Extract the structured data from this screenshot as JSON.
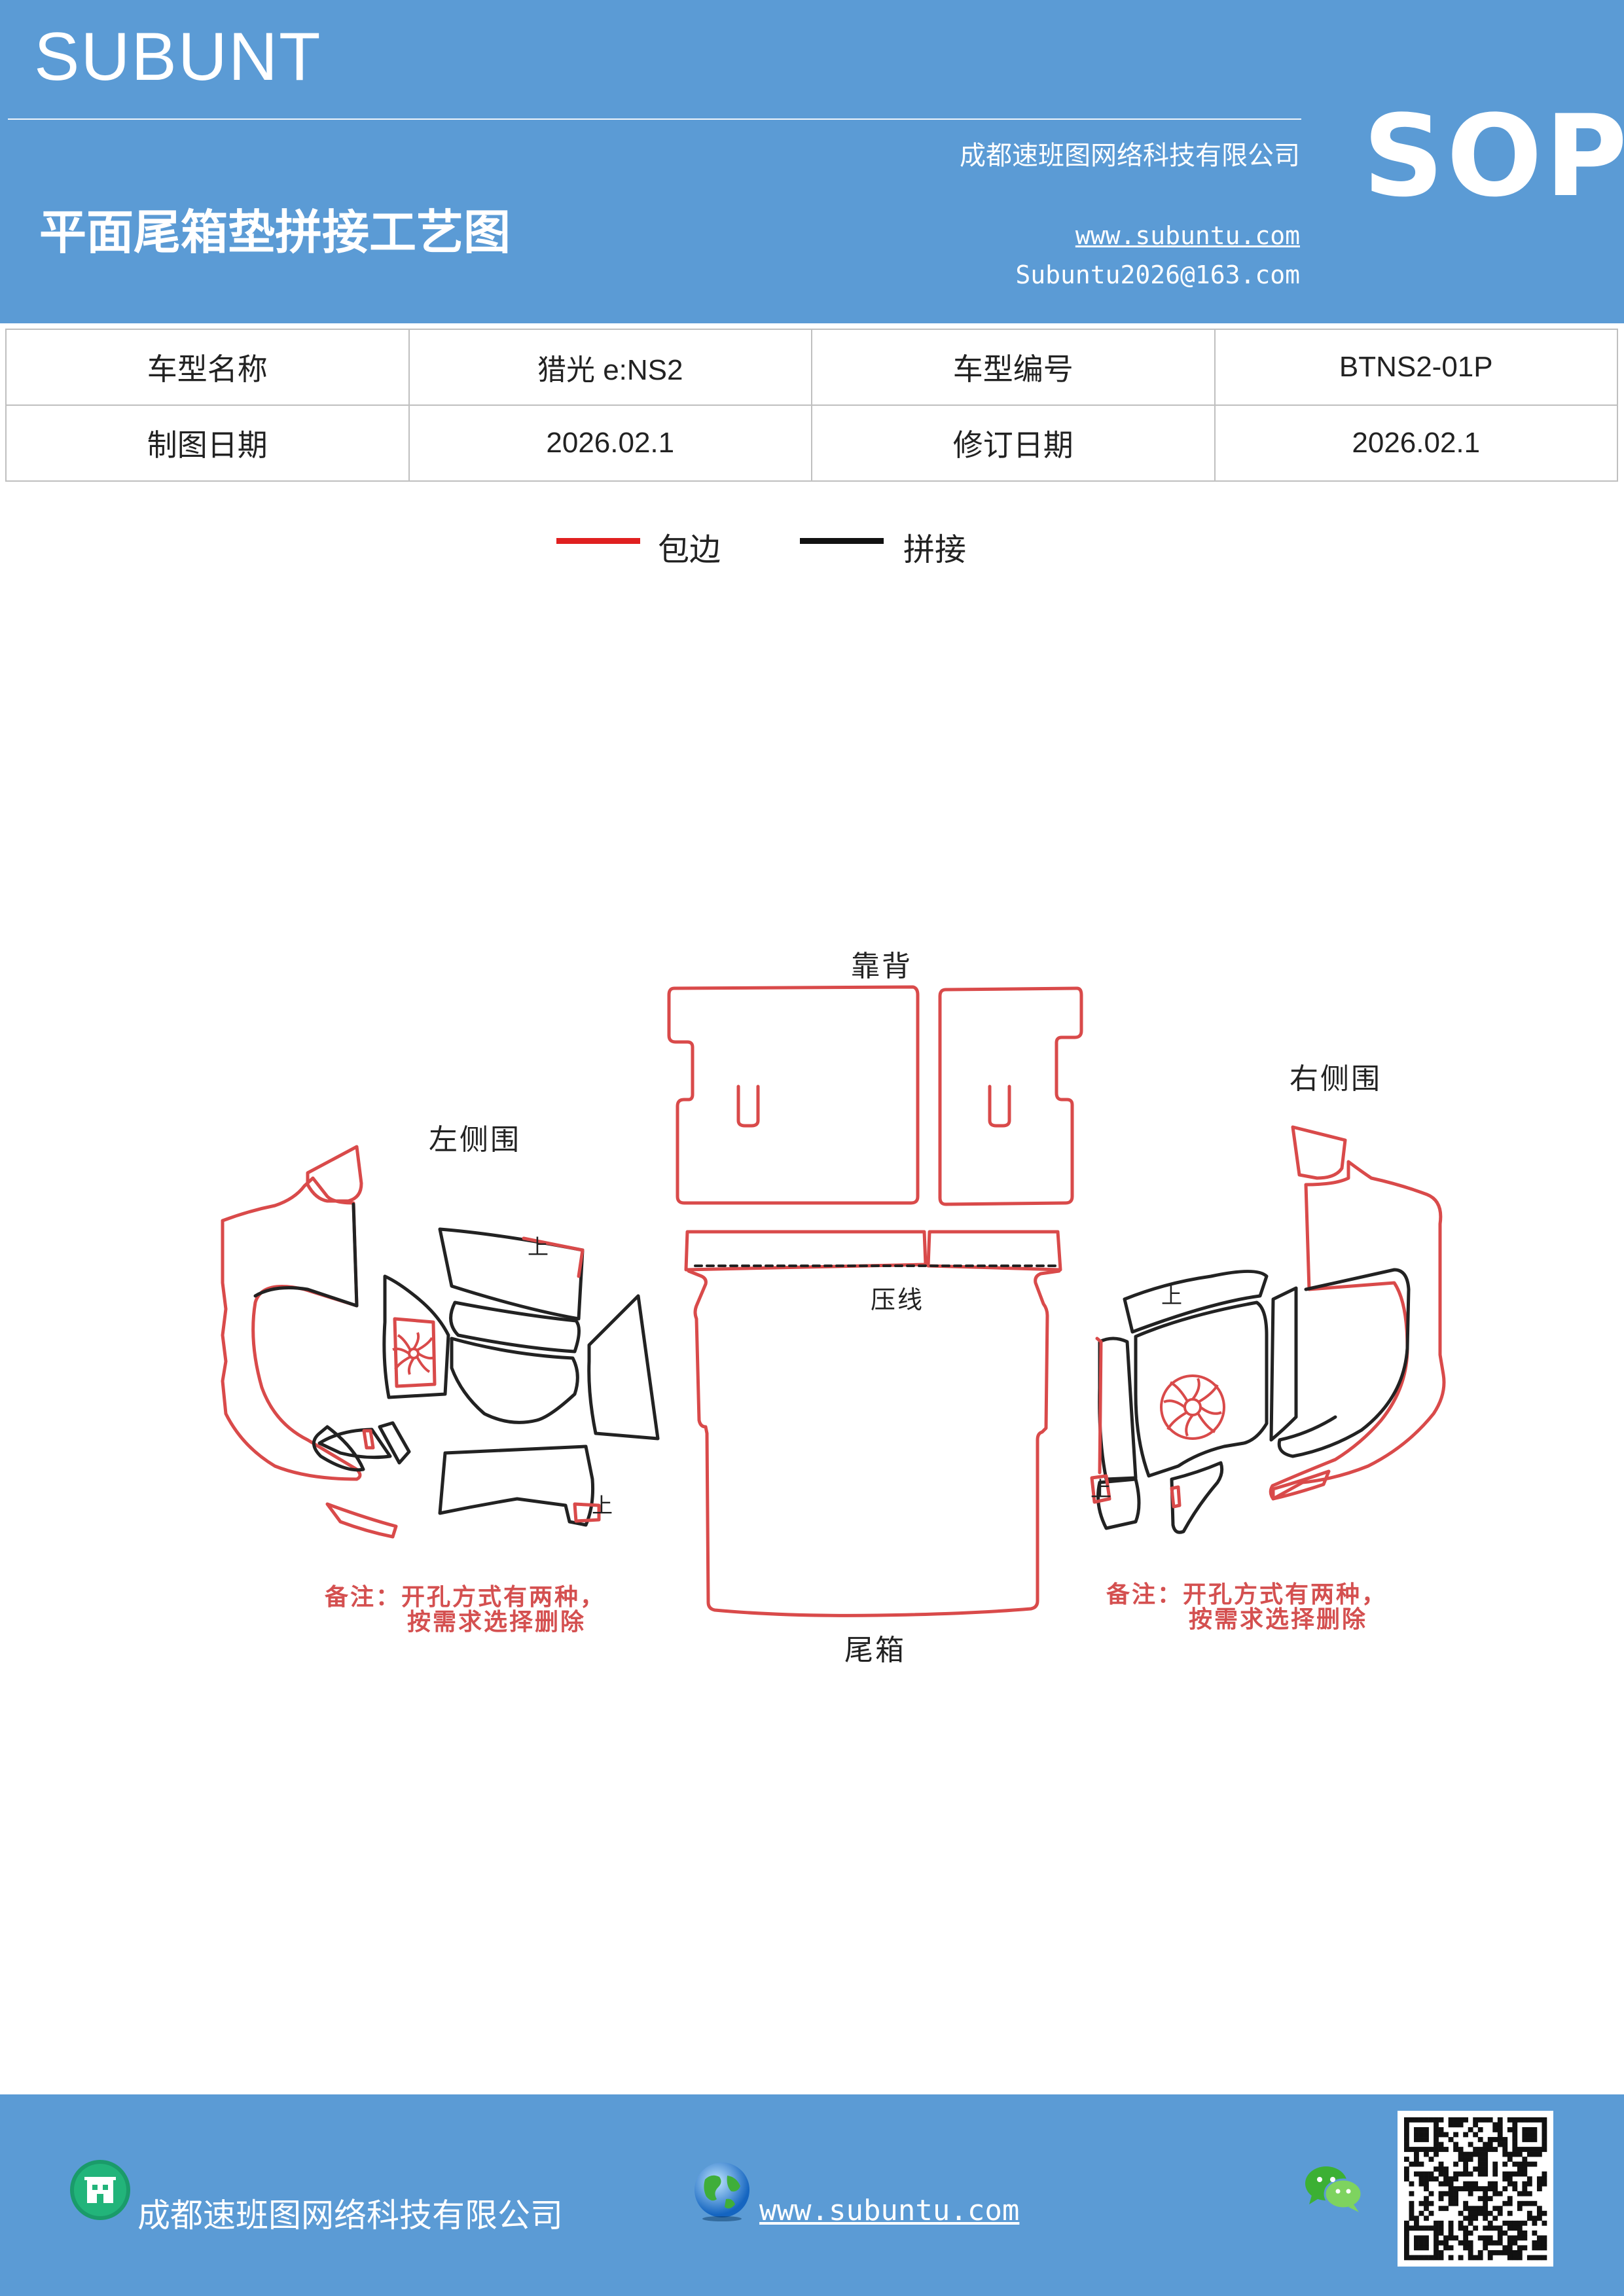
{
  "header": {
    "brand": "SUBUNT",
    "company": "成都速班图网络科技有限公司",
    "title": "平面尾箱垫拼接工艺图",
    "website": "www.subuntu.com",
    "email": "Subuntu2026@163.com",
    "badge": "SOP"
  },
  "info_table": {
    "rows": [
      [
        "车型名称",
        "猎光 e:NS2",
        "车型编号",
        "BTNS2-01P"
      ],
      [
        "制图日期",
        "2026.02.1",
        "修订日期",
        "2026.02.1"
      ]
    ]
  },
  "legend": {
    "items": [
      {
        "label": "包边",
        "color": "#e02020"
      },
      {
        "label": "拼接",
        "color": "#111111"
      }
    ]
  },
  "diagram": {
    "labels": {
      "backrest": "靠背",
      "left_side": "左侧围",
      "right_side": "右侧围",
      "press_line": "压线",
      "trunk": "尾箱",
      "up_mark": "上"
    },
    "note_left": [
      "备注：开孔方式有两种，",
      "按需求选择删除"
    ],
    "note_right": [
      "备注：开孔方式有两种，",
      "按需求选择删除"
    ],
    "colors": {
      "edge": "#d94a4a",
      "splice": "#222222"
    }
  },
  "footer": {
    "company": "成都速班图网络科技有限公司",
    "website": "www.subuntu.com"
  },
  "icons": [
    "building-icon",
    "globe-icon",
    "wechat-icon",
    "qr-code"
  ]
}
